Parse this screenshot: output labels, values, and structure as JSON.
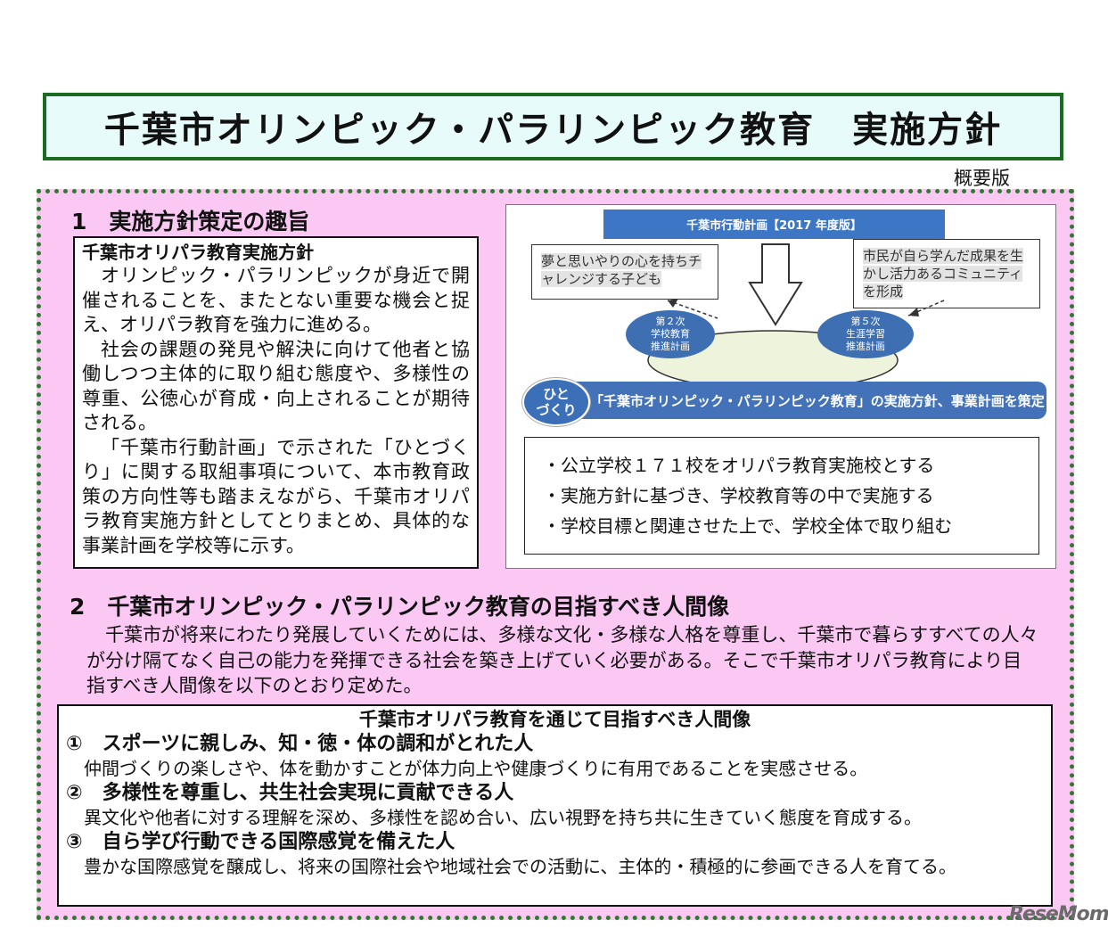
{
  "header": {
    "title": "千葉市オリンピック・パラリンピック教育　実施方針",
    "badge": "概要版"
  },
  "section1": {
    "heading": "1　実施方針策定の趣旨",
    "box_title": "千葉市オリパラ教育実施方針",
    "paragraphs": [
      "オリンピック・パラリンピックが身近で開催されることを、またとない重要な機会と捉え、オリパラ教育を強力に進める。",
      "社会の課題の発見や解決に向けて他者と協働しつつ主体的に取り組む態度や、多様性の尊重、公徳心が育成・向上されることが期待される。",
      "「千葉市行動計画」で示された「ひとづくり」に関する取組事項について、本市教育政策の方向性等も踏まえながら、千葉市オリパラ教育実施方針としてとりまとめ、具体的な事業計画を学校等に示す。"
    ]
  },
  "diagram": {
    "plan_title": "千葉市行動計画【2017 年度版】",
    "callout_left": "夢と思いやりの心を持ちチャレンジする子ども",
    "callout_right": "市民が自ら学んだ成果を生かし活力あるコミュニティを形成",
    "ellipse_left": [
      "第２次",
      "学校教育",
      "推進計画"
    ],
    "ellipse_right": [
      "第５次",
      "生涯学習",
      "推進計画"
    ],
    "hitozukuri": [
      "ひと",
      "づくり"
    ],
    "strategy": "「千葉市オリンピック・パラリンピック教育」の実施方針、事業計画を策定",
    "bullets": [
      "・公立学校１７１校をオリパラ教育実施校とする",
      "・実施方針に基づき、学校教育等の中で実施する",
      "・学校目標と関連させた上で、学校全体で取り組む"
    ],
    "colors": {
      "accent_blue": "#3c76c4",
      "pink_bg": "#fbc8f4",
      "green_border": "#2e7a2e"
    }
  },
  "section2": {
    "heading": "2　千葉市オリンピック・パラリンピック教育の目指すべき人間像",
    "intro": "千葉市が将来にわたり発展していくためには、多様な文化・多様な人格を尊重し、千葉市で暮らすすべての人々が分け隔てなく自己の能力を発揮できる社会を築き上げていく必要がある。そこで千葉市オリパラ教育により目指すべき人間像を以下のとおり定めた。",
    "box_title": "千葉市オリパラ教育を通じて目指すべき人間像",
    "goals": [
      {
        "heading": "①　スポーツに親しみ、知・徳・体の調和がとれた人",
        "desc": "仲間づくりの楽しさや、体を動かすことが体力向上や健康づくりに有用であることを実感させる。"
      },
      {
        "heading": "②　多様性を尊重し、共生社会実現に貢献できる人",
        "desc": "異文化や他者に対する理解を深め、多様性を認め合い、広い視野を持ち共に生きていく態度を育成する。"
      },
      {
        "heading": "③　自ら学び行動できる国際感覚を備えた人",
        "desc": "豊かな国際感覚を醸成し、将来の国際社会や地域社会での活動に、主体的・積極的に参画できる人を育てる。"
      }
    ]
  },
  "watermark": "ReseMom"
}
